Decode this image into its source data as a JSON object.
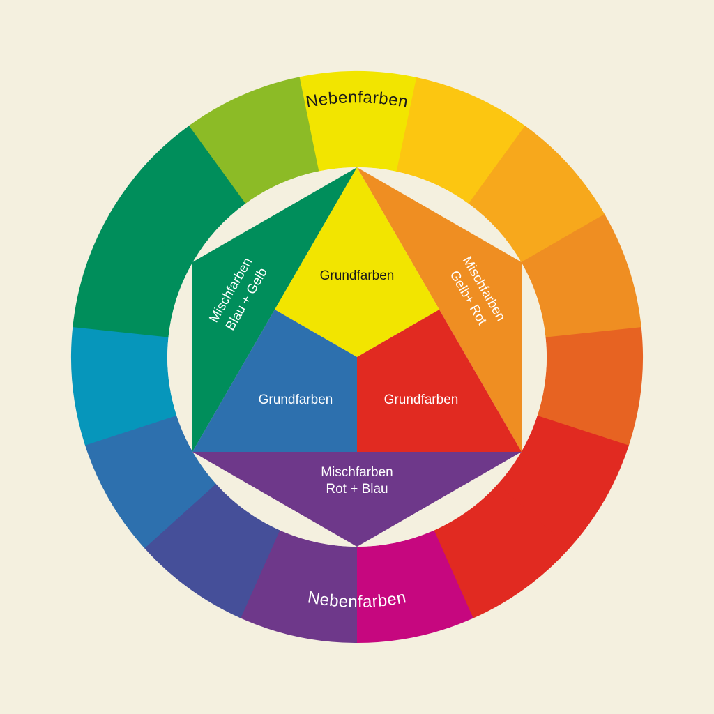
{
  "colors": {
    "background": "#F4F0DF",
    "ring": [
      "#F2E500",
      "#FCC611",
      "#F7A81C",
      "#EF8E22",
      "#E76322",
      "#E12A21",
      "#E12A21",
      "#C6077F",
      "#6E388A",
      "#454F99",
      "#2D70AE",
      "#0696BB",
      "#008E5B",
      "#008E5B",
      "#8CBB26"
    ],
    "primary_yellow": "#F2E500",
    "primary_blue": "#2D70AE",
    "primary_red": "#E12A21",
    "mix_green": "#008E5B",
    "mix_orange": "#EF8E22",
    "mix_purple": "#6E388A",
    "text_dark": "#1A1A1A",
    "text_light": "#FFFFFF"
  },
  "labels": {
    "ring_top": "Nebenfarben",
    "ring_bottom": "Nebenfarben",
    "primary_yellow": "Grundfarben",
    "primary_blue": "Grundfarben",
    "primary_red": "Grundfarben",
    "mix_green_line1": "Mischfarben",
    "mix_green_line2": "Blau + Gelb",
    "mix_orange_line1": "Mischfarben",
    "mix_orange_line2": "Gelb+ Rot",
    "mix_purple_line1": "Mischfarben",
    "mix_purple_line2": "Rot + Blau"
  }
}
